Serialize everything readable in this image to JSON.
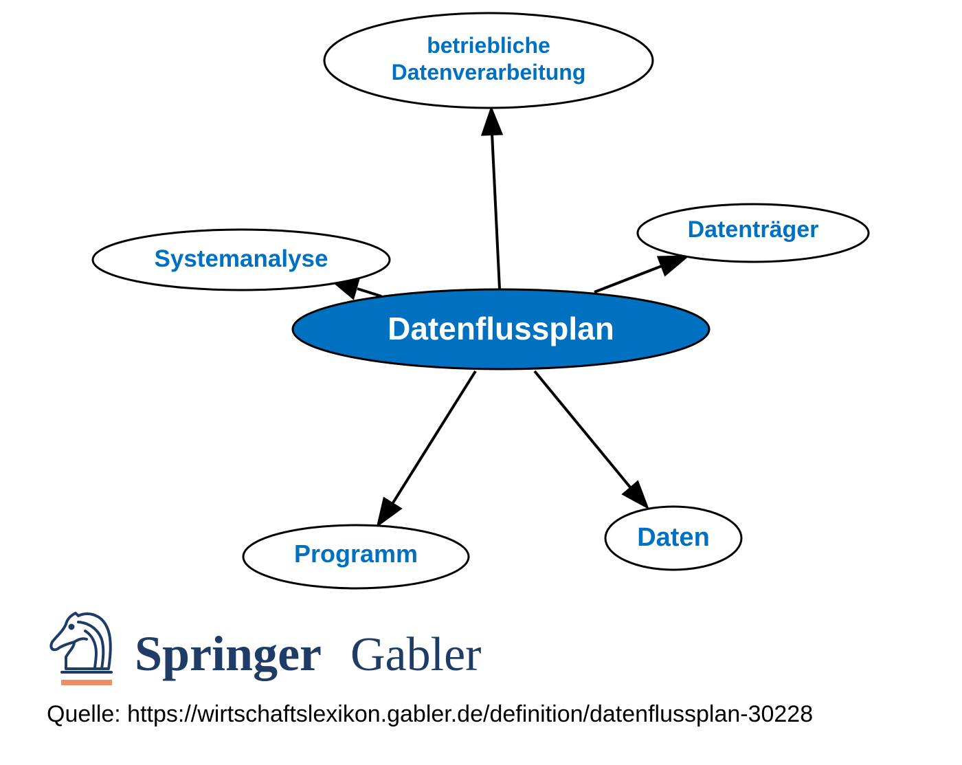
{
  "colors": {
    "accent": "#0066b3",
    "center_fill": "#0070c0",
    "node_text": "#0070c0",
    "logo_navy": "#1f3c66",
    "logo_underline": "#ee8e66"
  },
  "diagram": {
    "center": {
      "label": "Datenflussplan"
    },
    "nodes": {
      "betriebliche": {
        "lines": [
          "betriebliche",
          "Datenverarbeitung"
        ]
      },
      "datentraeger": {
        "label": "Datenträger"
      },
      "systemanalyse": {
        "label": "Systemanalyse"
      },
      "programm": {
        "label": "Programm"
      },
      "daten": {
        "label": "Daten"
      }
    },
    "edges": [
      {
        "from": "Datenflussplan",
        "to": "betriebliche Datenverarbeitung"
      },
      {
        "from": "Datenflussplan",
        "to": "Datenträger"
      },
      {
        "from": "Datenflussplan",
        "to": "Systemanalyse"
      },
      {
        "from": "Datenflussplan",
        "to": "Programm"
      },
      {
        "from": "Datenflussplan",
        "to": "Daten"
      }
    ]
  },
  "logo": {
    "icon": "springer-horse-icon",
    "brand": "Springer",
    "sub": "Gabler"
  },
  "source": "Quelle: https://wirtschaftslexikon.gabler.de/definition/datenflussplan-30228"
}
